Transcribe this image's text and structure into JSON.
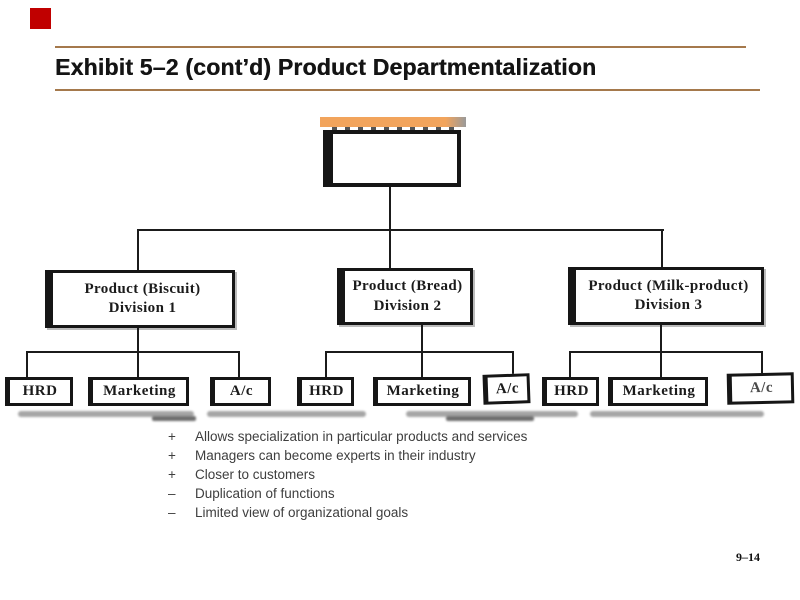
{
  "header": {
    "title": "Exhibit 5–2 (cont’d) Product Departmentalization"
  },
  "colors": {
    "title_rule": "#A5794C",
    "strip_orange": "#F2A45C",
    "red_marker": "#C00000",
    "diagram_ink": "#1B1B1B",
    "bullet_text": "#3E3E3E"
  },
  "org_chart": {
    "divisions": [
      {
        "line1": "Product (Biscuit)",
        "line2": "Division 1",
        "departments": [
          "HRD",
          "Marketing",
          "A/c"
        ]
      },
      {
        "line1": "Product (Bread)",
        "line2": "Division 2",
        "departments": [
          "HRD",
          "Marketing",
          "A/c"
        ]
      },
      {
        "line1": "Product (Milk-product)",
        "line2": "Division 3",
        "departments": [
          "HRD",
          "Marketing",
          "A/c"
        ]
      }
    ]
  },
  "bullets": [
    {
      "sign": "+",
      "text": "Allows specialization in particular products and services"
    },
    {
      "sign": "+",
      "text": "Managers can become experts in their industry"
    },
    {
      "sign": "+",
      "text": "Closer to customers"
    },
    {
      "sign": "–",
      "text": "Duplication of functions"
    },
    {
      "sign": "–",
      "text": "Limited view of organizational goals"
    }
  ],
  "footer": {
    "page_number": "9–14"
  }
}
